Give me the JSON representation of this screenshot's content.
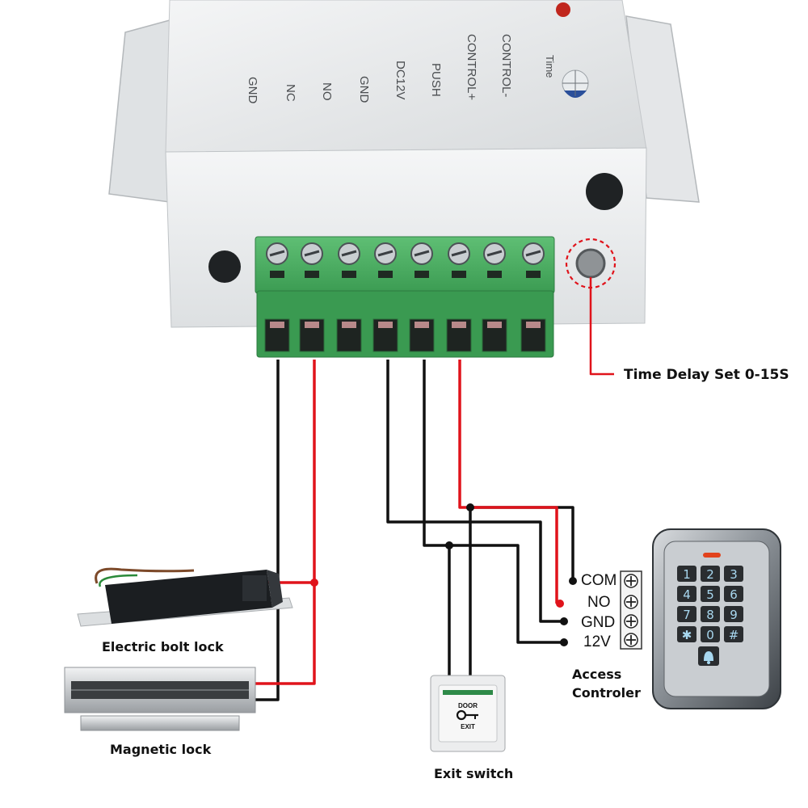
{
  "colors": {
    "wire_red": "#e0131b",
    "wire_black": "#111111",
    "terminal_green": "#3aa35a",
    "case_white": "#eceeef"
  },
  "controller": {
    "pin_labels": [
      "GND",
      "NC",
      "NO",
      "GND",
      "DC12V",
      "PUSH",
      "CONTROL+",
      "CONTROL-"
    ],
    "time_label": "Time",
    "time_icon": "clock-dial-icon"
  },
  "annotation": {
    "time_delay": "Time Delay Set 0-15S"
  },
  "devices": {
    "bolt_lock": "Electric bolt lock",
    "magnetic_lock": "Magnetic lock",
    "exit_switch": "Exit switch",
    "exit_switch_text": [
      "DOOR",
      "EXIT"
    ],
    "access_line1": "Access",
    "access_line2": "Controler"
  },
  "access_terminals": [
    "COM",
    "NO",
    "GND",
    "12V"
  ],
  "keypad": {
    "keys": [
      "1",
      "2",
      "3",
      "4",
      "5",
      "6",
      "7",
      "8",
      "9",
      "✱",
      "0",
      "#"
    ]
  }
}
